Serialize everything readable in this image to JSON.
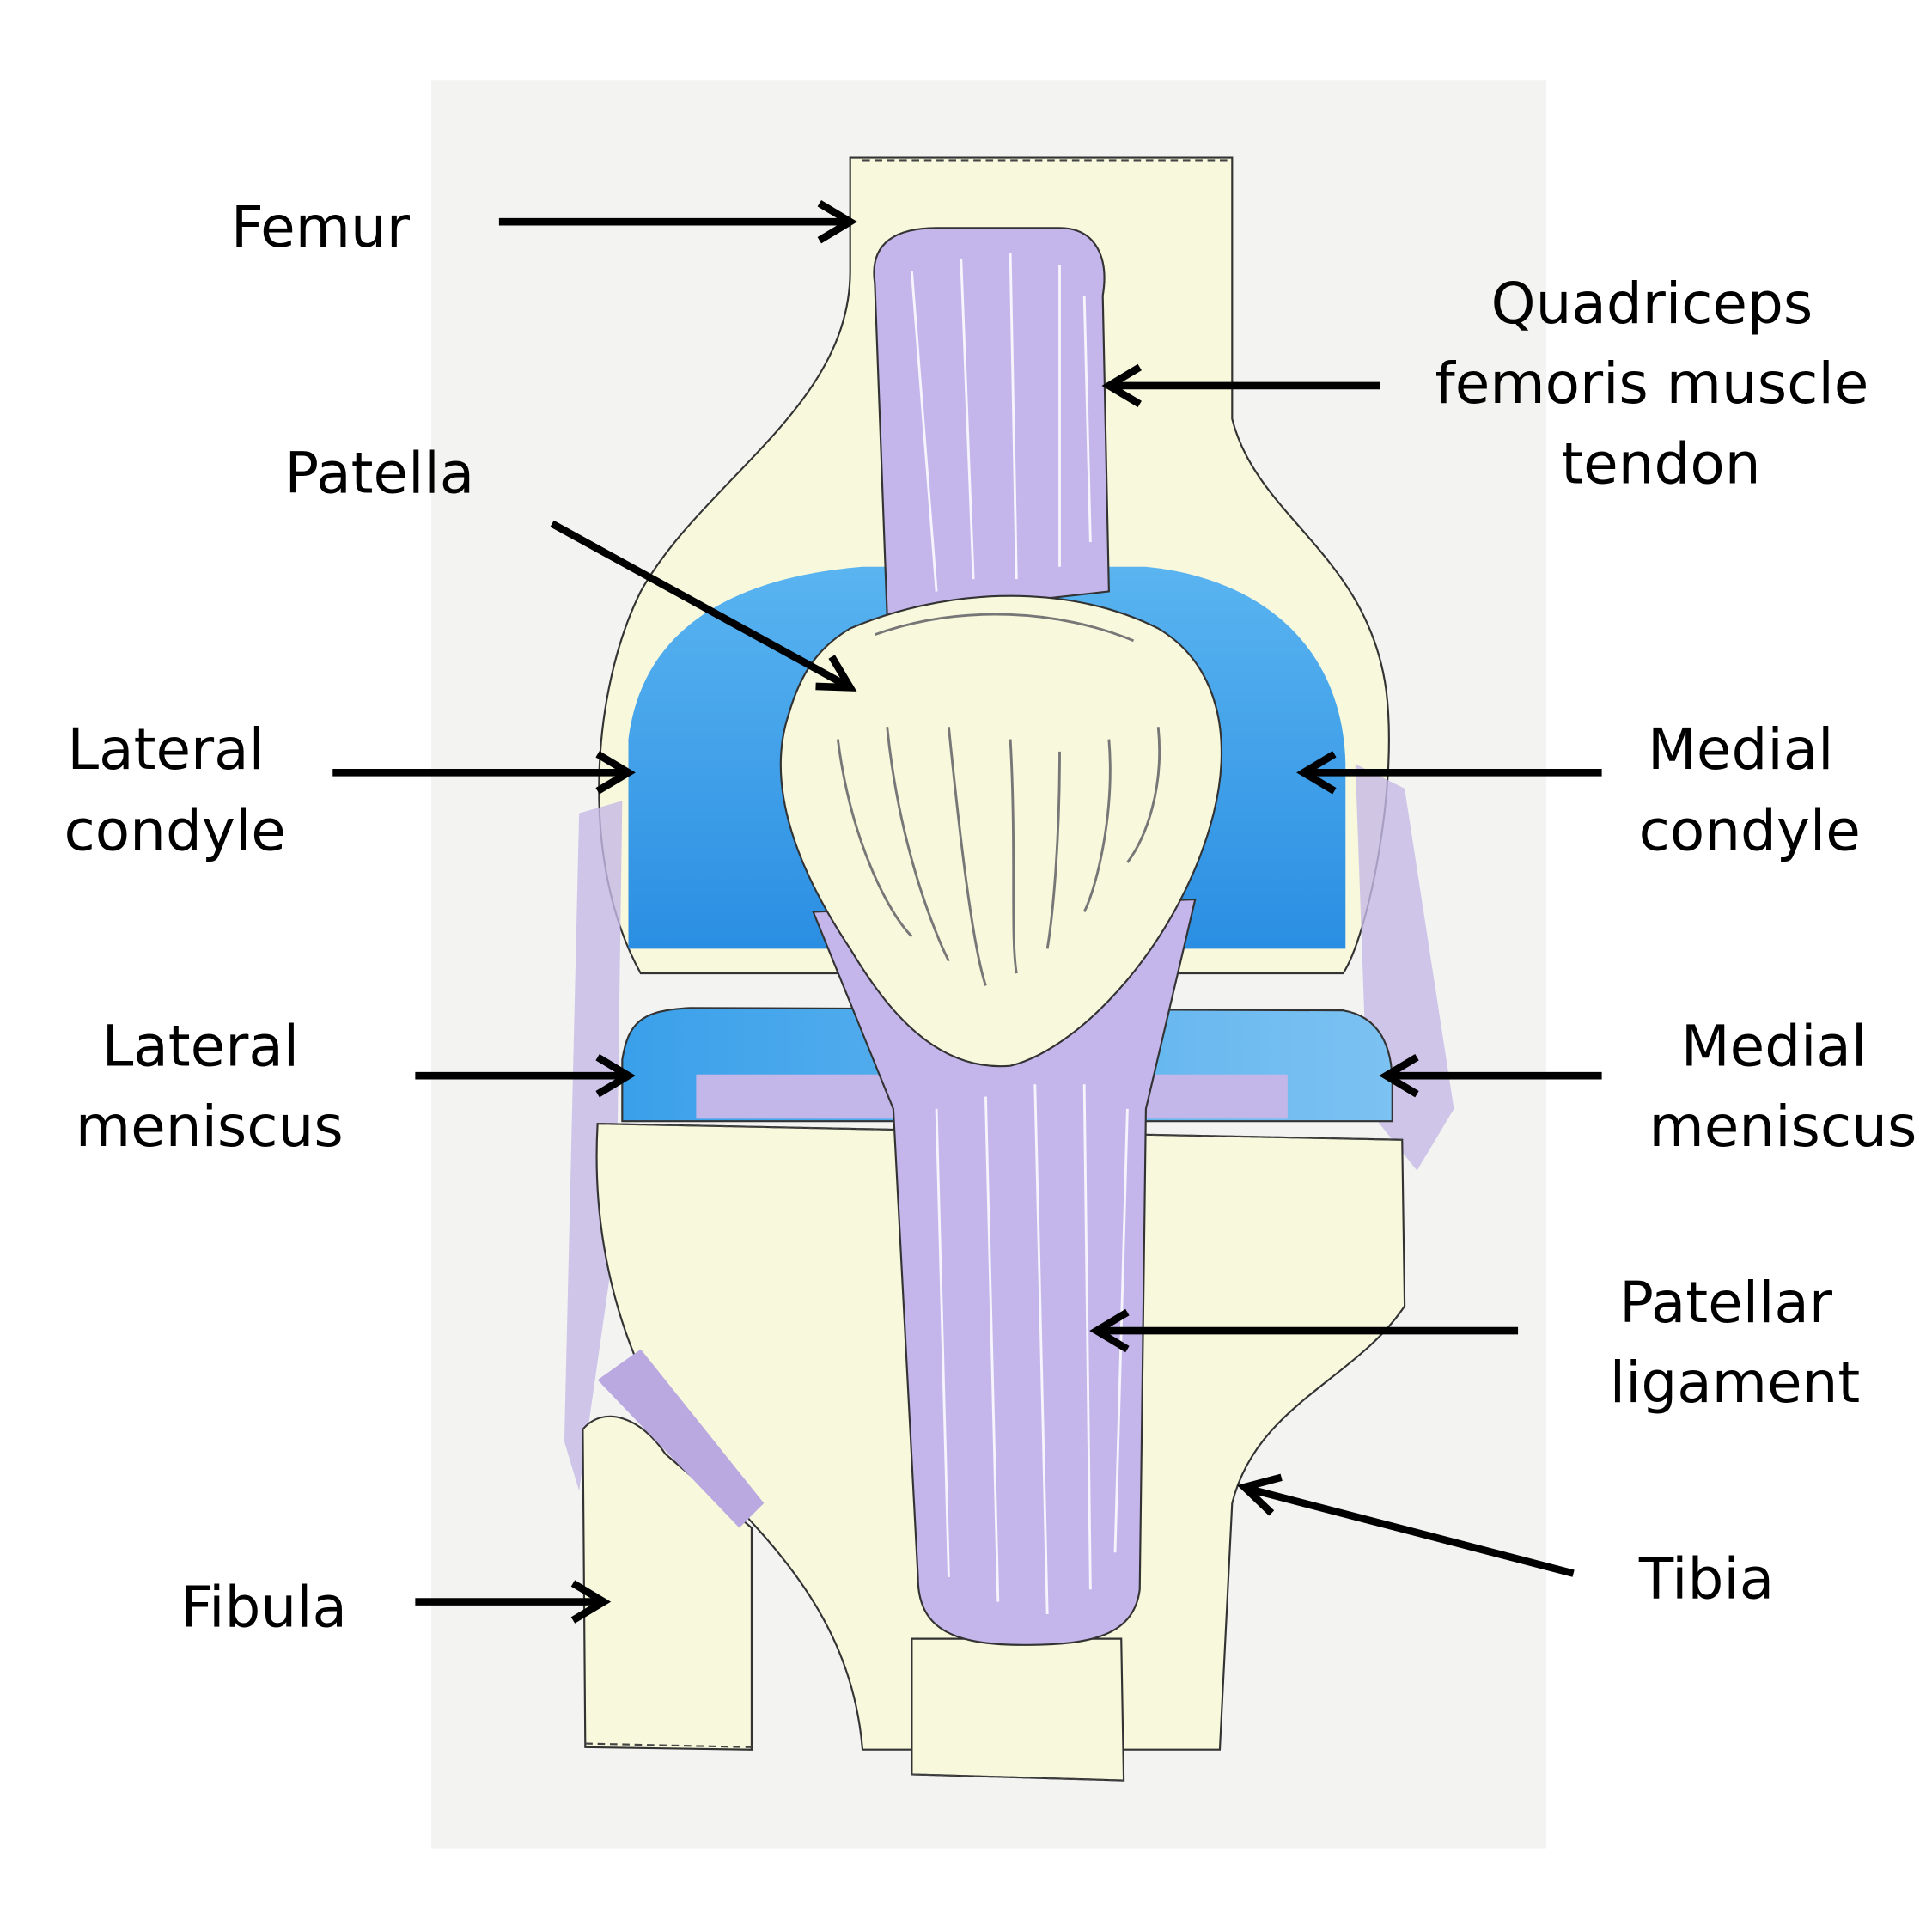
{
  "title": "Paper model of the knee joint (anterior view)",
  "labels": {
    "femur": "Femur",
    "quadriceps": [
      "Quadriceps",
      "femoris muscle",
      "tendon"
    ],
    "patella": "Patella",
    "lateral_condyle": [
      "Lateral",
      "condyle"
    ],
    "medial_condyle": [
      "Medial",
      "condyle"
    ],
    "lateral_meniscus": [
      "Lateral",
      "meniscus"
    ],
    "medial_meniscus": [
      "Medial",
      "meniscus"
    ],
    "patellar_ligament": [
      "Patellar",
      "ligament"
    ],
    "tibia": "Tibia",
    "fibula": "Fibula"
  },
  "colors": {
    "bone": "#f8f8dc",
    "cartilage": "#4aa8ec",
    "tendon": "#b8a8e0",
    "background_card": "#f3f3f3"
  }
}
